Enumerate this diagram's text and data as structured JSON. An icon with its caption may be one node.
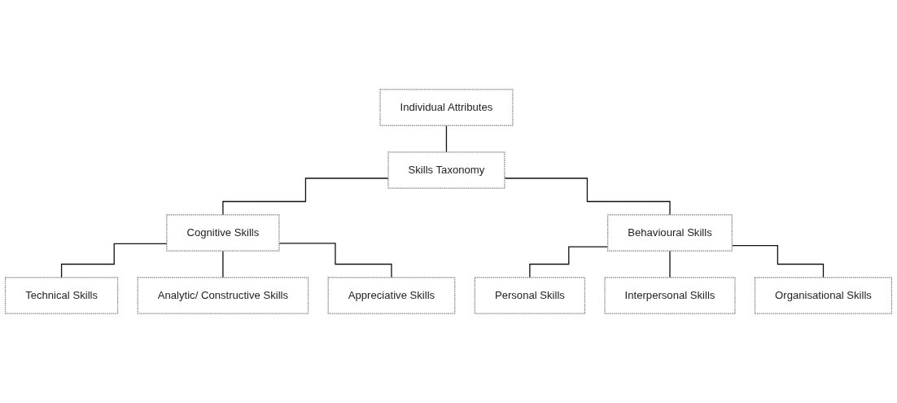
{
  "diagram": {
    "nodes": [
      {
        "text": [
          "Individual Attributes"
        ]
      },
      {
        "text": [
          "Skills Taxonomy"
        ]
      },
      {
        "text": [
          "Cognitive Skills"
        ]
      },
      {
        "text": [
          "Behavioural Skills"
        ]
      },
      {
        "text": [
          "Technical Skills"
        ]
      },
      {
        "text": [
          "Analytic/ Constructive Skills"
        ]
      },
      {
        "text": [
          "Appreciative Skills"
        ]
      },
      {
        "text": [
          "Personal Skills"
        ]
      },
      {
        "text": [
          "Interpersonal Skills"
        ]
      },
      {
        "text": [
          "Organisational Skills"
        ]
      }
    ],
    "edges": [
      {
        "from": 0,
        "to": 1,
        "arrow": "none"
      },
      {
        "from": 1,
        "to": 2,
        "arrow": "none"
      },
      {
        "from": 1,
        "to": 3,
        "arrow": "none"
      },
      {
        "from": 2,
        "to": 4,
        "arrow": "none"
      },
      {
        "from": 2,
        "to": 5,
        "arrow": "none"
      },
      {
        "from": 2,
        "to": 6,
        "arrow": "none"
      },
      {
        "from": 3,
        "to": 7,
        "arrow": "none"
      },
      {
        "from": 3,
        "to": 8,
        "arrow": "none"
      },
      {
        "from": 3,
        "to": 9,
        "arrow": "none"
      }
    ]
  }
}
